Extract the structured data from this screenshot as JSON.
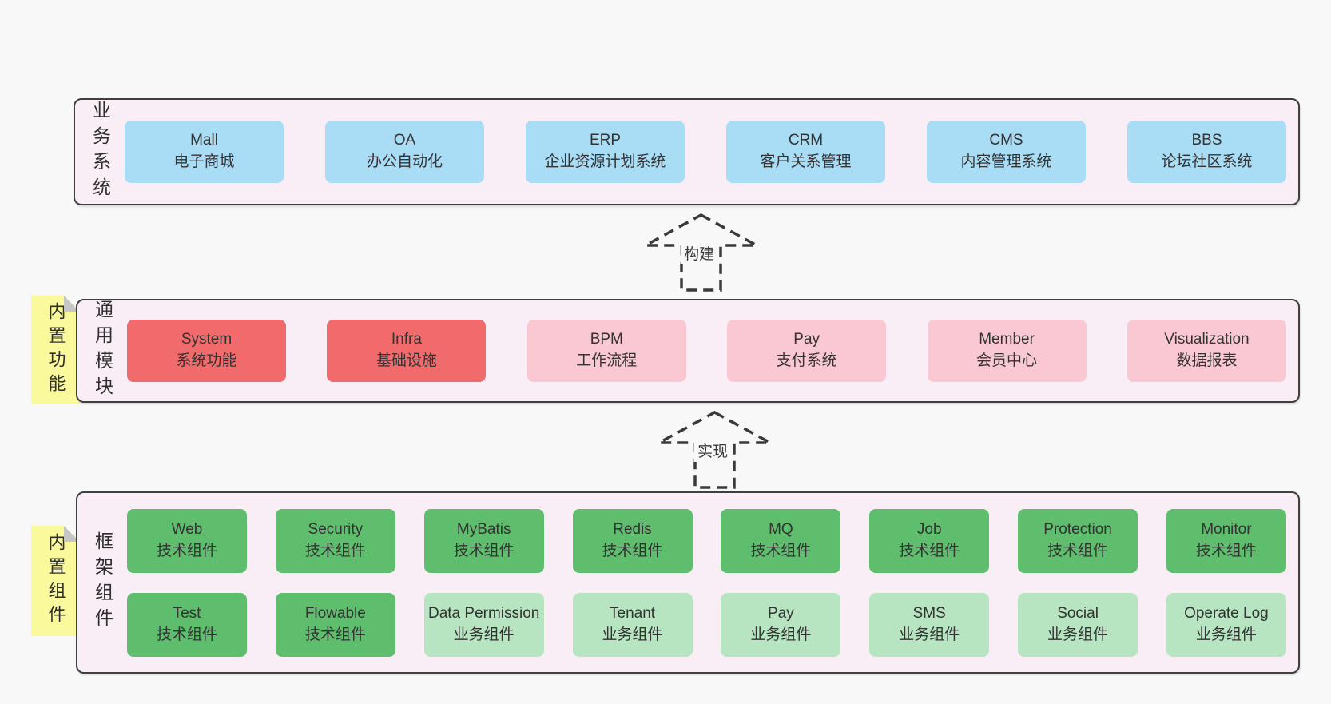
{
  "colors": {
    "page_bg": "#f8f8f8",
    "panel_bg": "#f9edf6",
    "panel_border": "#3f3f3f",
    "business_box": "#a9dcf5",
    "core_module_box": "#f16b6c",
    "optional_module_box": "#f9c8d2",
    "tech_component_box": "#5fbe6e",
    "biz_component_box": "#b8e5c1",
    "note_bg": "#fafa9d"
  },
  "arrows": [
    {
      "label": "构建"
    },
    {
      "label": "实现"
    }
  ],
  "sections": {
    "business": {
      "label": "业务系统",
      "boxes": [
        {
          "title": "Mall",
          "subtitle": "电子商城"
        },
        {
          "title": "OA",
          "subtitle": "办公自动化"
        },
        {
          "title": "ERP",
          "subtitle": "企业资源计划系统"
        },
        {
          "title": "CRM",
          "subtitle": "客户关系管理"
        },
        {
          "title": "CMS",
          "subtitle": "内容管理系统"
        },
        {
          "title": "BBS",
          "subtitle": "论坛社区系统"
        }
      ]
    },
    "modules": {
      "label": "通用模块",
      "note": "内置功能",
      "boxes": [
        {
          "title": "System",
          "subtitle": "系统功能"
        },
        {
          "title": "Infra",
          "subtitle": "基础设施"
        },
        {
          "title": "BPM",
          "subtitle": "工作流程"
        },
        {
          "title": "Pay",
          "subtitle": "支付系统"
        },
        {
          "title": "Member",
          "subtitle": "会员中心"
        },
        {
          "title": "Visualization",
          "subtitle": "数据报表"
        }
      ]
    },
    "components": {
      "label": "框架组件",
      "note": "内置组件",
      "row1": [
        {
          "title": "Web",
          "subtitle": "技术组件"
        },
        {
          "title": "Security",
          "subtitle": "技术组件"
        },
        {
          "title": "MyBatis",
          "subtitle": "技术组件"
        },
        {
          "title": "Redis",
          "subtitle": "技术组件"
        },
        {
          "title": "MQ",
          "subtitle": "技术组件"
        },
        {
          "title": "Job",
          "subtitle": "技术组件"
        },
        {
          "title": "Protection",
          "subtitle": "技术组件"
        },
        {
          "title": "Monitor",
          "subtitle": "技术组件"
        }
      ],
      "row2": [
        {
          "title": "Test",
          "subtitle": "技术组件"
        },
        {
          "title": "Flowable",
          "subtitle": "技术组件"
        },
        {
          "title": "Data Permission",
          "subtitle": "业务组件"
        },
        {
          "title": "Tenant",
          "subtitle": "业务组件"
        },
        {
          "title": "Pay",
          "subtitle": "业务组件"
        },
        {
          "title": "SMS",
          "subtitle": "业务组件"
        },
        {
          "title": "Social",
          "subtitle": "业务组件"
        },
        {
          "title": "Operate Log",
          "subtitle": "业务组件"
        }
      ]
    }
  }
}
